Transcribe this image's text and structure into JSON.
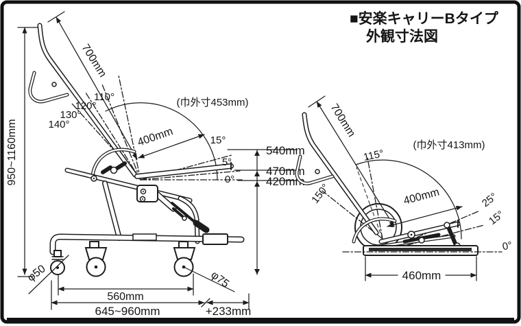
{
  "title": {
    "line1": "■安楽キャリーBタイプ",
    "line2": "外観寸法図"
  },
  "colors": {
    "line": "#1d1d1d",
    "background": "#ffffff",
    "border": "#111111"
  },
  "side_view": {
    "dims": {
      "height": "950~1160mm",
      "backrest": "700mm",
      "seat_depth": "400mm",
      "width_note": "(巾外寸453mm)",
      "seat_heights": {
        "high": "540mm",
        "mid": "470mm",
        "low": "420mm"
      },
      "front_caster": "φ50",
      "rear_caster": "φ75",
      "wheel_span": "560mm",
      "base_length": "645~960mm",
      "extension": "+233mm"
    },
    "recline_angles": {
      "a110": "110°",
      "a120": "120°",
      "a130": "130°",
      "a140": "140°"
    },
    "tilt_angles": {
      "a15": "15°",
      "a5": "5°",
      "a0": "0°"
    }
  },
  "reclined_view": {
    "dims": {
      "backrest": "700mm",
      "seat_depth": "400mm",
      "width_note": "(巾外寸413mm)",
      "base_length": "460mm"
    },
    "angles": {
      "a115": "115°",
      "a150": "150°",
      "a25": "25°",
      "a15": "15°",
      "a0": "0°"
    }
  }
}
